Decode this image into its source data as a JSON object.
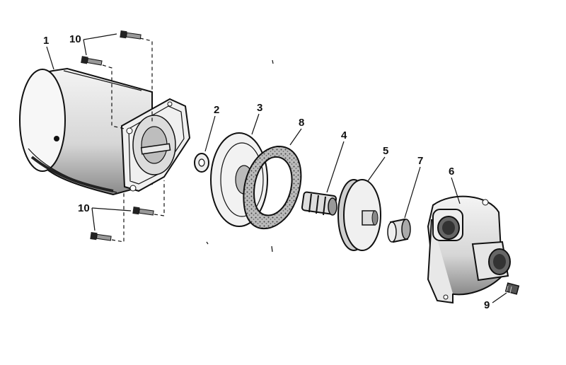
{
  "labels": {
    "motor": "1",
    "washer": "2",
    "seal_plate": "3",
    "gasket": "8",
    "shaft_seal": "4",
    "impeller": "5",
    "sleeve": "7",
    "pump_body": "6",
    "plug": "9",
    "screws_top": "10",
    "screws_bottom": "10"
  },
  "colors": {
    "ink": "#111111",
    "background": "#ffffff",
    "gasket_texture": "#555555"
  }
}
